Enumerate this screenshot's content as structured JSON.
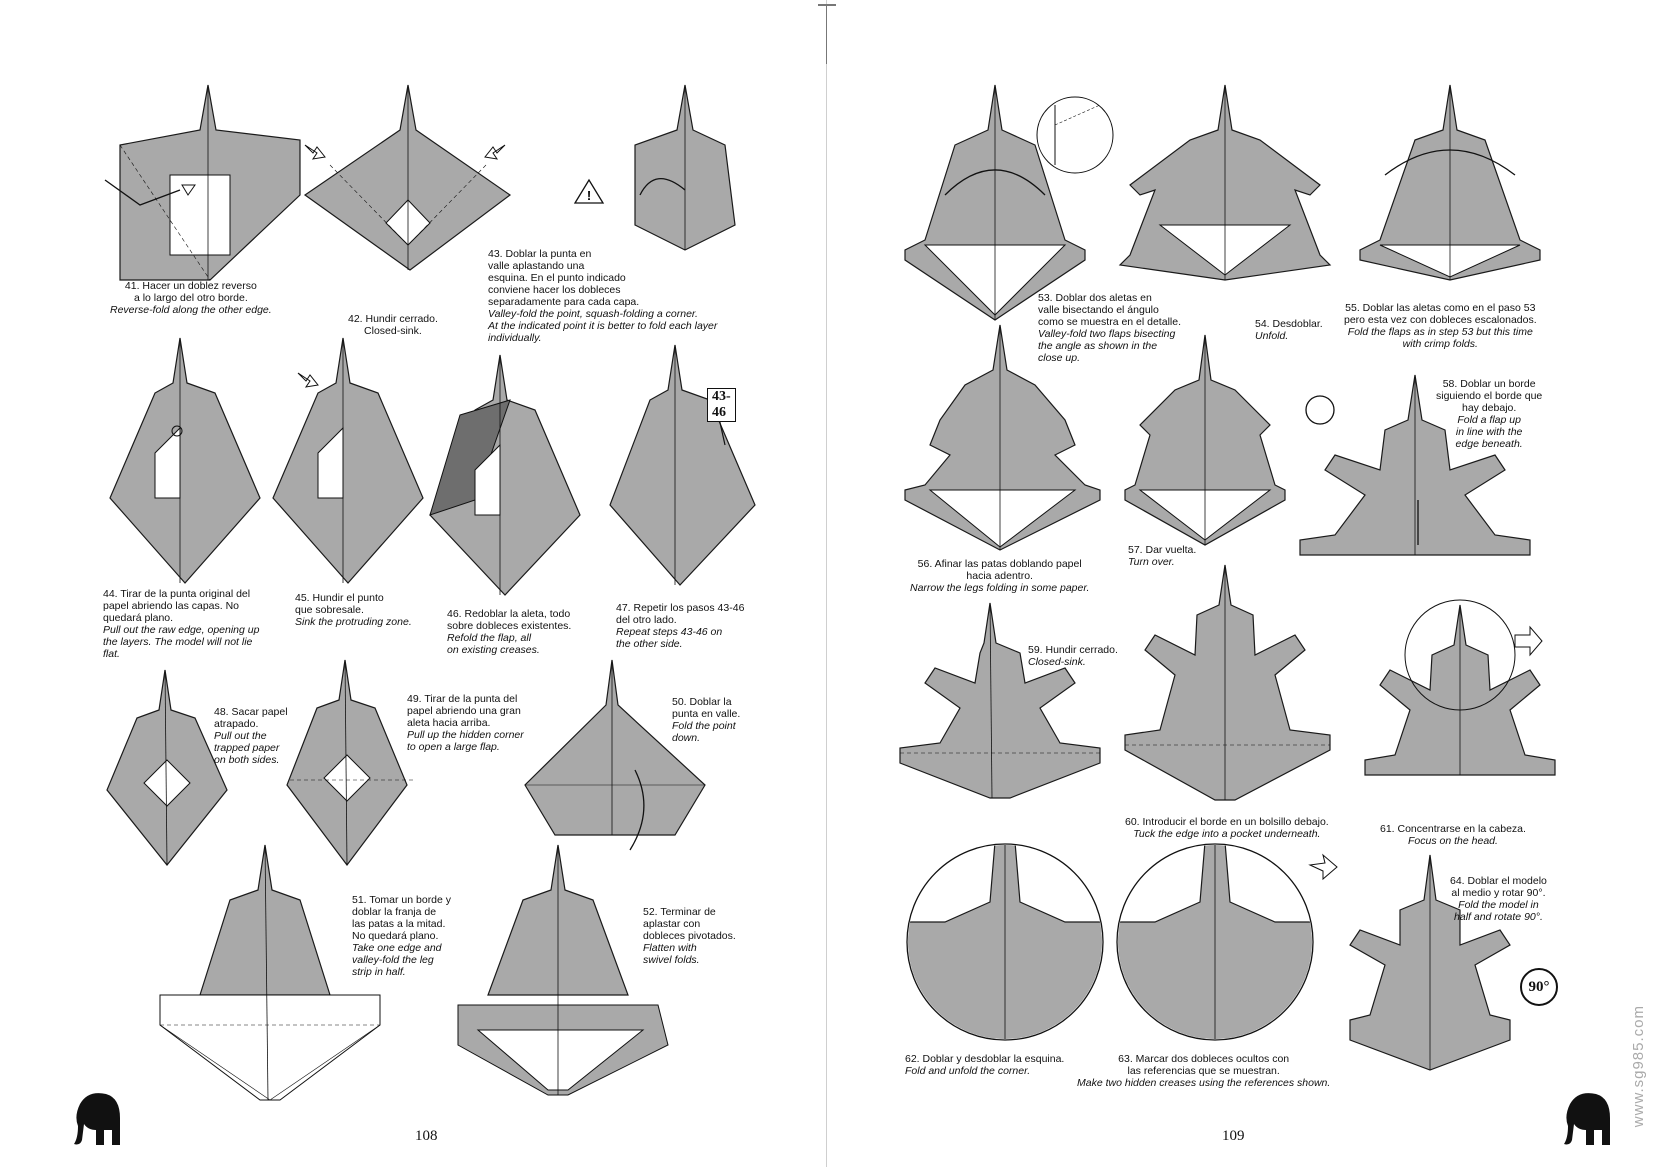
{
  "left_page": {
    "page_number": "108",
    "steps": [
      {
        "id": "41",
        "es": "41. Hacer un doblez reverso\na lo largo del otro borde.",
        "en": "Reverse-fold along the other edge."
      },
      {
        "id": "42",
        "es": "42. Hundir cerrado.\nClosed-sink.",
        "en": ""
      },
      {
        "id": "43",
        "es": "43. Doblar la punta en\nvalle aplastando una\nesquina. En el punto indicado\nconviene hacer los dobleces\nseparadamente para cada capa.",
        "en": "Valley-fold the point, squash-folding a corner.\nAt the indicated point it is better to fold each layer\nindividually."
      },
      {
        "id": "44",
        "es": "44. Tirar de la punta original del\npapel abriendo las capas. No\nquedará plano.",
        "en": "Pull out the raw edge, opening up\nthe layers. The model will not lie\nflat."
      },
      {
        "id": "45",
        "es": "45. Hundir el punto\nque sobresale.",
        "en": "Sink the protruding zone."
      },
      {
        "id": "46",
        "es": "46. Redoblar la aleta, todo\nsobre dobleces existentes.",
        "en": "Refold the flap, all\non existing creases."
      },
      {
        "id": "47",
        "es": "47. Repetir los pasos 43-46\ndel otro lado.",
        "en": "Repeat steps 43-46 on\nthe other side."
      },
      {
        "id": "48",
        "es": "48. Sacar papel\natrapado.",
        "en": "Pull out the\ntrapped paper\non both sides."
      },
      {
        "id": "49",
        "es": "49. Tirar de la punta del\npapel abriendo una gran\naleta hacia arriba.",
        "en": "Pull up the hidden corner\nto open a large flap."
      },
      {
        "id": "50",
        "es": "50. Doblar la\npunta en valle.",
        "en": "Fold the point\ndown."
      },
      {
        "id": "51",
        "es": "51. Tomar un borde y\ndoblar la franja de\nlas patas a la mitad.\nNo quedará plano.",
        "en": "Take one edge and\nvalley-fold the leg\nstrip in half."
      },
      {
        "id": "52",
        "es": "52. Terminar de\naplastar con\ndobleces pivotados.",
        "en": "Flatten with\nswivel folds."
      }
    ],
    "ref_label": "43-46"
  },
  "right_page": {
    "page_number": "109",
    "steps": [
      {
        "id": "53",
        "es": "53. Doblar dos aletas en\nvalle bisectando el ángulo\ncomo se muestra en el detalle.",
        "en": "Valley-fold two flaps bisecting\nthe angle as shown in the\nclose up."
      },
      {
        "id": "54",
        "es": "54. Desdoblar.",
        "en": "Unfold."
      },
      {
        "id": "55",
        "es": "55. Doblar las aletas como en el paso 53\npero esta vez con dobleces escalonados.",
        "en": "Fold the flaps as in step 53 but this time\nwith crimp folds."
      },
      {
        "id": "56",
        "es": "56. Afinar las patas doblando papel\nhacia adentro.",
        "en": "Narrow the legs folding in some paper."
      },
      {
        "id": "57",
        "es": "57. Dar vuelta.",
        "en": "Turn over."
      },
      {
        "id": "58",
        "es": "58. Doblar un borde\nsiguiendo el borde que\nhay debajo.",
        "en": "Fold a flap up\nin line with the\nedge beneath."
      },
      {
        "id": "59",
        "es": "59. Hundir cerrado.",
        "en": "Closed-sink."
      },
      {
        "id": "60",
        "es": "60. Introducir el borde en un bolsillo debajo.",
        "en": "Tuck the edge into a pocket underneath."
      },
      {
        "id": "61",
        "es": "61. Concentrarse en la cabeza.",
        "en": "Focus on the head."
      },
      {
        "id": "62",
        "es": "62. Doblar y desdoblar la esquina.",
        "en": "Fold and unfold the corner."
      },
      {
        "id": "63",
        "es": "63. Marcar dos dobleces ocultos con\nlas referencias que se muestran.",
        "en": "Make two hidden creases using the references shown."
      },
      {
        "id": "64",
        "es": "64. Doblar el modelo\nal medio y rotar 90°.",
        "en": "Fold the model in\nhalf and rotate 90°."
      }
    ],
    "rotate_label": "90°"
  },
  "watermark": "www.sg985.com",
  "colors": {
    "paper": "#a9a9a9",
    "paper_dark": "#6e6e6e",
    "line": "#1a1a1a",
    "white": "#ffffff"
  }
}
